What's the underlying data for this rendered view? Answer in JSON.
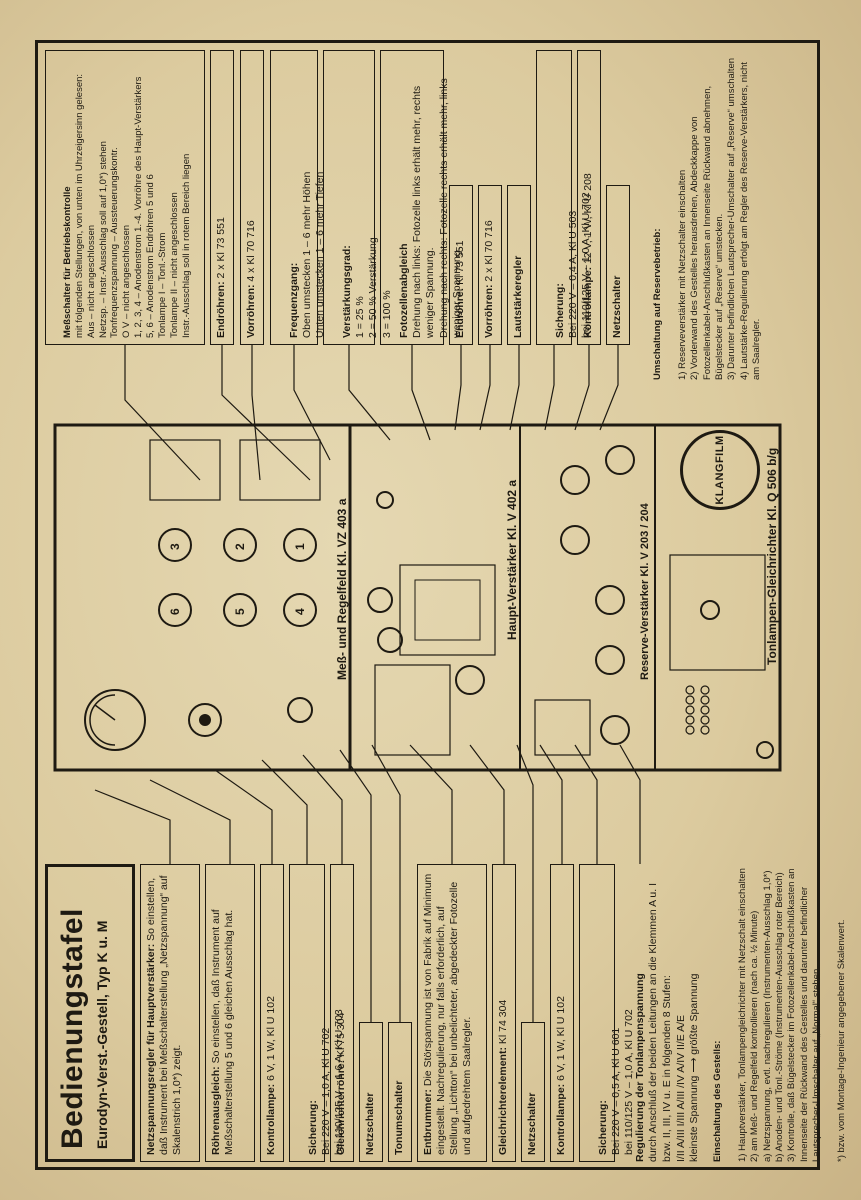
{
  "title": {
    "main": "Bedienungstafel",
    "sub": "Eurodyn-Verst.-Gestell, Typ K u. M"
  },
  "left_boxes": [
    {
      "id": "netzspannungsregler",
      "head": "Netzspannungsregler für Hauptverstärker:",
      "body": "So einstellen, daß Instrument bei Meßschalterstellung „Netzspannung“ auf Skalenstrich 1,0*) zeigt."
    },
    {
      "id": "roehrenausgleich",
      "head": "Röhrenausgleich:",
      "body": "So einstellen, daß Instrument auf Meßschalterstellung 5 und 6 gleichen Ausschlag hat."
    },
    {
      "id": "kontrollampe1",
      "head": "Kontrollampe:",
      "body": "6 V, 1 W, Kl U 102"
    },
    {
      "id": "sicherung1",
      "head": "Sicherung:",
      "body": "Bei 220 V – 1,0 A, Kl U 702\nbei 110/125 V – 1,6 A, Kl U 703"
    },
    {
      "id": "gleichrichterroehre",
      "head": "Gleichrichterröhre:",
      "body": "Kl 75 304"
    },
    {
      "id": "netzschalter1",
      "head": "Netzschalter",
      "body": ""
    },
    {
      "id": "tonumschalter",
      "head": "Tonumschalter",
      "body": ""
    },
    {
      "id": "entbrummer",
      "head": "Entbrummer:",
      "body": "Die Störspannung ist von Fabrik auf Minimum eingestellt. Nachregulierung, nur falls erforderlich, auf Stellung „Lichtton“ bei unbelichteter, abgedeckter Fotozelle und aufgedrehtem Saalregler."
    },
    {
      "id": "gleichrichterelement",
      "head": "Gleichrichterelement:",
      "body": "Kl 74 304"
    },
    {
      "id": "netzschalter2",
      "head": "Netzschalter",
      "body": ""
    },
    {
      "id": "kontrollampe2",
      "head": "Kontrollampe:",
      "body": "6 V, 1 W, Kl U 102"
    },
    {
      "id": "sicherung2",
      "head": "Sicherung:",
      "body": "Bei 220 V – 0,5 A, Kl U 601\nbei 110/125 V – 1,0 A, Kl U 702"
    },
    {
      "id": "regulierung",
      "head": "Regulierung der Tonlampenspannung",
      "body": "durch Anschluß der beiden Leitungen an die Klemmen A u. I bzw. II, III, IV u. E in folgenden 8 Stufen:\nI/II A/III I/III A/III /IV A/IV II/E A/E\nkleinste Spannung ⟶ größte Spannung"
    }
  ],
  "einschaltung": {
    "head": "Einschaltung des Gestells:",
    "body": "1) Hauptverstärker, Tonlampengleichrichter mit Netzschalt einschalten\n2) am Meß- und Regelfeld kontrollieren (nach ca. ½ Minute)\n   a) Netzspannung, evtl. nachregulieren (Instrumenten-Ausschlag 1,0*)\n   b) Anoden- und Tonl.-Ströme (Instrumenten-Ausschlag roter Bereich)\n3) Kontrolle, daß Bügelstecker im Fotozellenkabel-Anschlußkasten an Innenseite der Rückwand des Gestelles und darunter befindlicher Lautsprecher-Umschalter auf „Normal“ stehen.",
    "footnote": "*) bzw. vom Montage-Ingenieur angegebener Skalenwert."
  },
  "right_boxes": [
    {
      "id": "messschalter",
      "head": "Meßschalter für Betriebskontrolle",
      "body": "mit folgenden Stellungen, von unten im Uhrzeigersinn gelesen:\nAus – nicht angeschlossen\nNetzsp. – Instr.-Ausschlag soll auf 1,0*) stehen\nTonfrequenzspannung – Aussteuerungskontr.\nO V – nicht angeschlossen\n1, 2, 3, 4 – Anodenstrom 1.-4. Vorröhre des Haupt-Verstärkers\n5, 6 – Anodenstrom Endröhren 5 und 6\nTonlampe I – Tonl.-Strom\nTonlampe II – nicht angeschlossen\nInstr.-Ausschlag soll in rotem Bereich liegen"
    },
    {
      "id": "endroehren1",
      "head": "Endröhren:",
      "body": "2 x Kl 73 551"
    },
    {
      "id": "vorroehren1",
      "head": "Vorröhren:",
      "body": "4 x Kl 70 716"
    },
    {
      "id": "frequenzgang",
      "head": "Frequenzgang:",
      "body": "Oben umstecken 1 – 6 mehr Höhen\nUnten umstecken 1 – 6 mehr Tiefen"
    },
    {
      "id": "verstaerkungsgrad",
      "head": "Verstärkungsgrad:",
      "body": "1 = 25 %\n2 = 50 %   Verstärkung\n3 = 100 %"
    },
    {
      "id": "fotozellenabgleich",
      "head": "Fotozellenabgleich",
      "body": "Drehung nach links: Fotozelle links erhält mehr, rechts weniger Spannung.\nDrehung nach rechts: Fotozelle rechts erhält mehr, links weniger Spannung."
    },
    {
      "id": "endroehre2",
      "head": "Endröhre:",
      "body": "Kl 73 551"
    },
    {
      "id": "vorroehren2",
      "head": "Vorröhren:",
      "body": "2 x Kl 70 716"
    },
    {
      "id": "lautstaerkeregler",
      "head": "Lautstärkeregler",
      "body": ""
    },
    {
      "id": "sicherung3",
      "head": "Sicherung:",
      "body": "Bei 220 V – 0,4 A, Kl U 503\nbei 110/125 V – 1,0 A, Kl U 702"
    },
    {
      "id": "kontrollampe3",
      "head": "Kontrollampe:",
      "body": "12 V, 1 W, Kl U 208"
    },
    {
      "id": "netzschalter3",
      "head": "Netzschalter",
      "body": ""
    }
  ],
  "reserve": {
    "head": "Umschaltung auf Reservebetrieb:",
    "body": "1) Reserveverstärker mit Netzschalter einschalten\n2) Vorderwand des Gestelles herausdrehen, Abdeckkappe von Fotozellenkabel-Anschlußkasten an Innenseite Rückwand abnehmen, Bügelstecker auf „Reserve“ umstecken.\n3) Darunter befindlichen Lautsprecher-Umschalter auf „Reserve“ umschalten\n4) Lautstärke-Regulierung erfolgt am Regler des Reserve-Verstärkers, nicht am Saalregler."
  },
  "diagram": {
    "sections": [
      {
        "label": "Meß- und Regelfeld Kl. VZ 403 a"
      },
      {
        "label": "Haupt-Verstärker Kl. V 402 a"
      },
      {
        "label": "Reserve-Verstärker Kl. V 203 / 204"
      },
      {
        "label": "Tonlampen-Gleichrichter Kl. Q 506 b/g"
      }
    ],
    "tube_numbers": [
      "6",
      "5",
      "4",
      "3",
      "2",
      "1"
    ],
    "logo": "KLANGFILM"
  }
}
